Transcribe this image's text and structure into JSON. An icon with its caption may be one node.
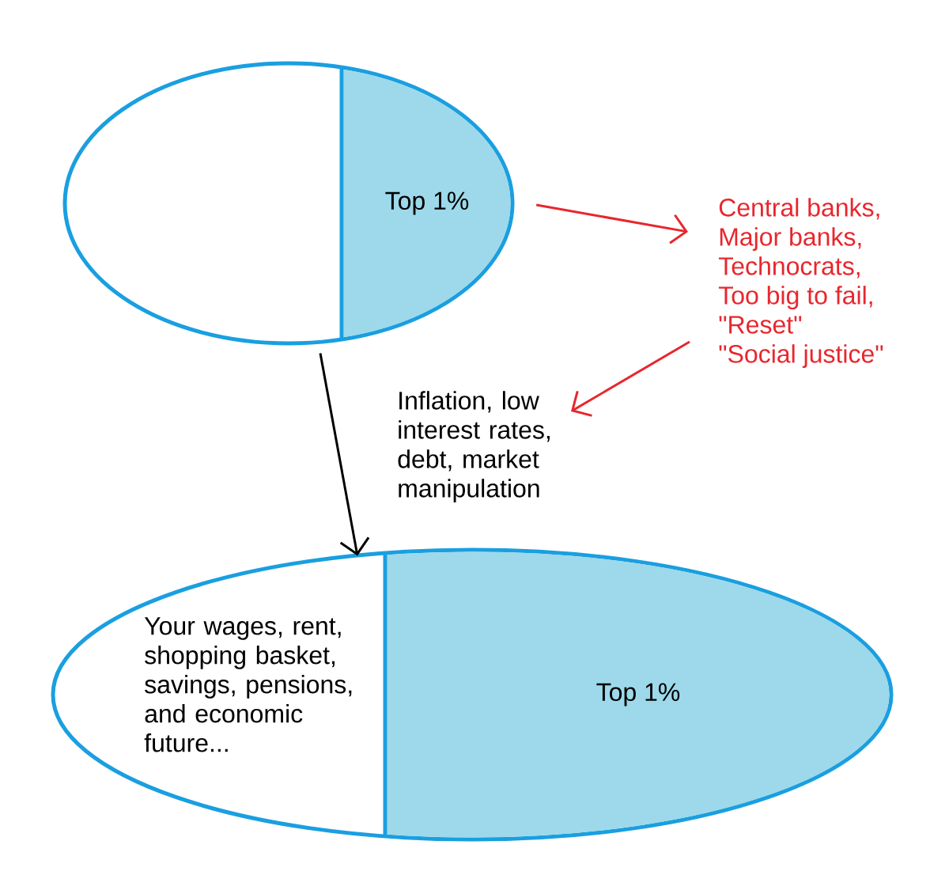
{
  "diagram": {
    "nodes": [
      {
        "text": [],
        "shape": "ellipse"
      },
      {
        "text": [
          "Top 1%"
        ],
        "in": 0
      },
      {
        "text": [
          "Central banks,",
          "Major banks,",
          "Technocrats,",
          "Too big to fail,",
          "\"Reset\"",
          "\"Social justice\""
        ]
      },
      {
        "text": [
          "Inflation, low interest rates, debt, market manipulation"
        ]
      },
      {
        "text": [],
        "shape": "ellipse"
      },
      {
        "text": [
          "Your wages, rent, shopping basket, savings, pensions, and economic future..."
        ],
        "in": 4
      },
      {
        "text": [
          "Top 1%"
        ],
        "in": 4
      }
    ],
    "edges": [
      {
        "from": 1,
        "to": 2,
        "arrow": "to"
      },
      {
        "from": 2,
        "to": 3,
        "arrow": "to"
      },
      {
        "from": 0,
        "to": 4,
        "arrow": "to",
        "color": "#000000"
      }
    ]
  }
}
